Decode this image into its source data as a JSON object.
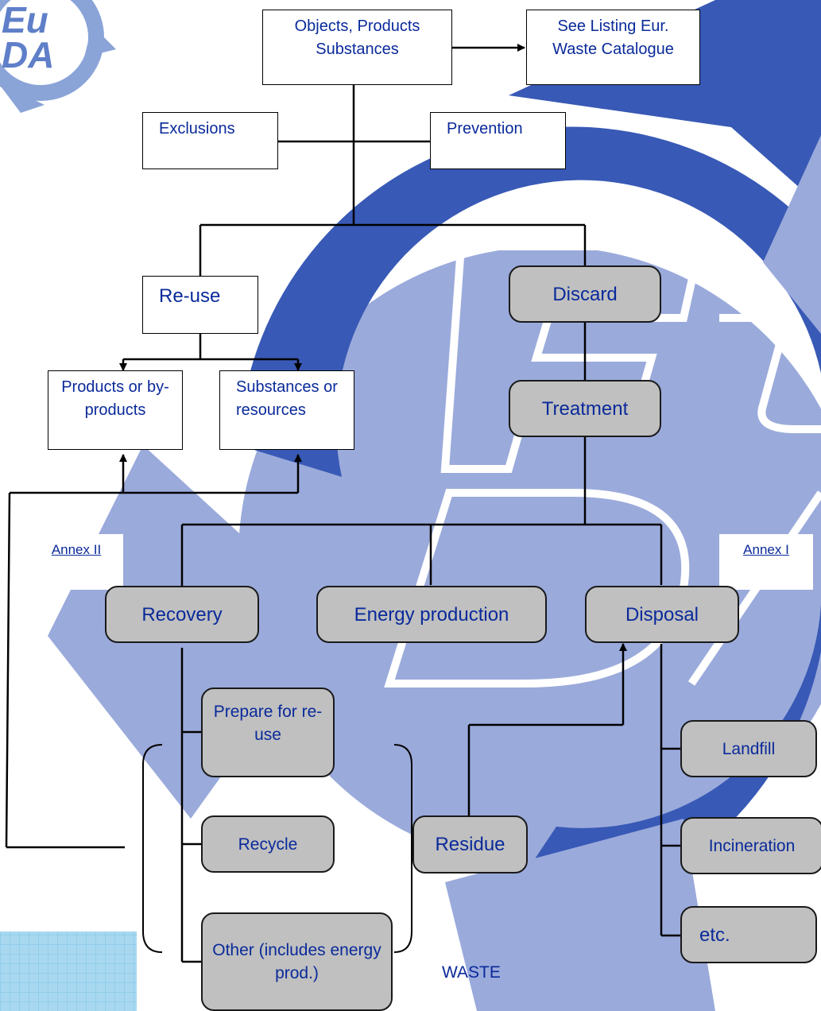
{
  "logo": {
    "line1": "Eu",
    "line2": "DA"
  },
  "boxes": {
    "objects": "Objects, Products Substances",
    "listing": "See Listing Eur. Waste Catalogue",
    "exclusions": "Exclusions",
    "prevention": "Prevention",
    "reuse": "Re-use",
    "products": "Products  or by-products",
    "substances": "Substances or resources"
  },
  "rounded": {
    "discard": "Discard",
    "treatment": "Treatment",
    "recovery": "Recovery",
    "energy": "Energy production",
    "disposal": "Disposal",
    "prepare": "Prepare for re-use",
    "recycle": "Recycle",
    "other": "Other (includes energy prod.)",
    "residue": "Residue",
    "landfill": "Landfill",
    "incineration": "Incineration",
    "etc": "etc."
  },
  "annex": {
    "two": "Annex II",
    "one": "Annex I"
  },
  "waste_label": "WASTE",
  "colors": {
    "background_blue": "#3859b5",
    "light_blue": "#9aaadb",
    "text_blue": "#0a2a9a",
    "node_gray": "#c0c0c0"
  }
}
